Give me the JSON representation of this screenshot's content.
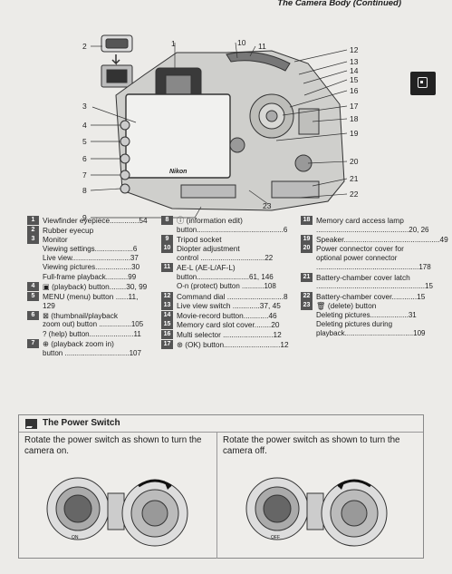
{
  "header": {
    "title": "The Camera Body (Continued)"
  },
  "callout_numbers": [
    "1",
    "2",
    "3",
    "4",
    "5",
    "6",
    "7",
    "8",
    "9",
    "10",
    "11",
    "12",
    "13",
    "14",
    "15",
    "16",
    "17",
    "18",
    "19",
    "20",
    "21",
    "22",
    "23"
  ],
  "camera_brand": "Nikon",
  "legend": {
    "col1": [
      {
        "num": "1",
        "text": "Viewfinder eyepiece..............54"
      },
      {
        "num": "2",
        "text": "Rubber eyecup"
      },
      {
        "num": "3",
        "text": "Monitor"
      },
      {
        "sub": "Viewing settings...................6"
      },
      {
        "sub": "Live view.............................37"
      },
      {
        "sub": "Viewing pictures..................30"
      },
      {
        "sub": "Full-frame playback...........99"
      },
      {
        "num": "4",
        "text": "▣ (playback) button........30, 99"
      },
      {
        "num": "5",
        "text": "MENU (menu) button ......11, 129"
      },
      {
        "num": "6",
        "text": "⊠ (thumbnail/playback"
      },
      {
        "sub": "zoom out) button ................105"
      },
      {
        "sub": "? (help) button......................11"
      },
      {
        "num": "7",
        "text": "⊕ (playback zoom in)"
      },
      {
        "sub": "button ................................107"
      }
    ],
    "col2": [
      {
        "num": "8",
        "text": "ⓘ (information edit)"
      },
      {
        "sub": "button...........................................6"
      },
      {
        "num": "9",
        "text": "Tripod socket"
      },
      {
        "num": "10",
        "text": "Diopter adjustment"
      },
      {
        "sub": "control ................................22"
      },
      {
        "num": "11",
        "text": "AE-L (AE-L/AF-L)"
      },
      {
        "sub": "button..........................61, 146"
      },
      {
        "sub": "O-n (protect) button ...........108"
      },
      {
        "num": "12",
        "text": "Command dial ...........................8"
      },
      {
        "num": "13",
        "text": "Live view switch .............37, 45"
      },
      {
        "num": "14",
        "text": "Movie-record button............46"
      },
      {
        "num": "15",
        "text": "Memory card slot cover........20"
      },
      {
        "num": "16",
        "text": "Multi selector ........................12"
      },
      {
        "num": "17",
        "text": "⊛ (OK) button...........................12"
      }
    ],
    "col3": [
      {
        "num": "18",
        "text": "Memory card access lamp"
      },
      {
        "sub": "..............................................20, 26"
      },
      {
        "num": "19",
        "text": "Speaker..............................................49"
      },
      {
        "num": "20",
        "text": "Power connector cover for"
      },
      {
        "sub": "optional power connector"
      },
      {
        "sub": "...................................................178"
      },
      {
        "num": "21",
        "text": "Battery-chamber cover latch"
      },
      {
        "sub": "......................................................15"
      },
      {
        "num": "22",
        "text": "Battery-chamber cover............15"
      },
      {
        "num": "23",
        "text": "🗑 (delete) button"
      },
      {
        "sub": "Deleting pictures...................31"
      },
      {
        "sub": "Deleting pictures during"
      },
      {
        "sub": "playback..................................109"
      }
    ]
  },
  "power_switch": {
    "title": "The Power Switch",
    "left_text": "Rotate the power switch as shown to turn the camera on.",
    "right_text": "Rotate the power switch as shown to turn the camera off.",
    "left_label": "ON",
    "right_label": "OFF"
  }
}
